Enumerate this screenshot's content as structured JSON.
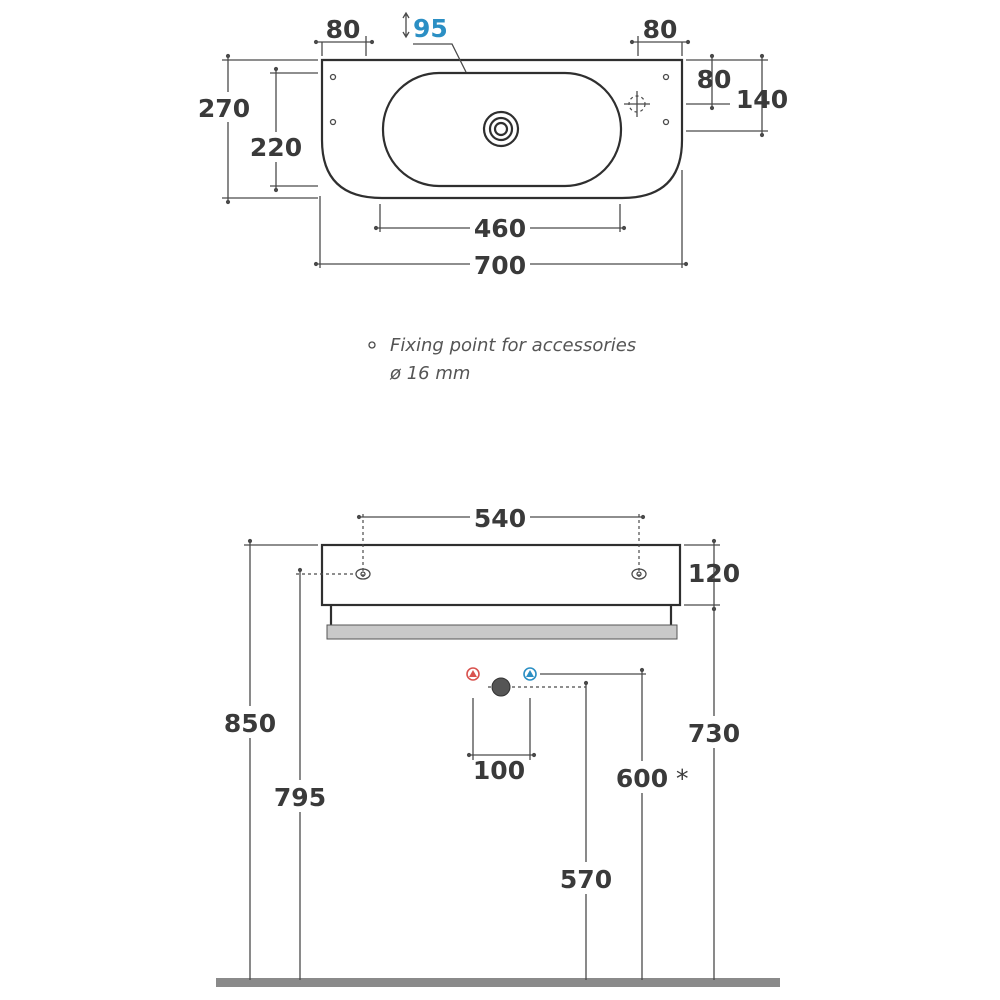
{
  "top_view": {
    "dims": {
      "left_hole_offset": "80",
      "bowl_depth": "95",
      "right_hole_offset": "80",
      "right_hole_spacing": "80",
      "right_total_depth": "140",
      "overall_depth": "270",
      "bowl_width_depth": "220",
      "bowl_width": "460",
      "overall_width": "700"
    }
  },
  "legend": {
    "line1": "Fixing point for accessories",
    "line2": "ø 16 mm"
  },
  "front_view": {
    "dims": {
      "fixing_spacing": "540",
      "basin_height": "120",
      "rim_height": "850",
      "fixing_height": "795",
      "tap_spacing": "100",
      "supply_height": "600",
      "supply_note": "*",
      "waste_height": "570",
      "bottom_height": "730"
    }
  },
  "colors": {
    "hot_water": "#d9534f",
    "cold_water": "#2b8fc4",
    "waste": "#555555",
    "towel_bar": "#c9c9c9",
    "floor": "#8a8a8a",
    "accent": "#2b8fc4"
  }
}
